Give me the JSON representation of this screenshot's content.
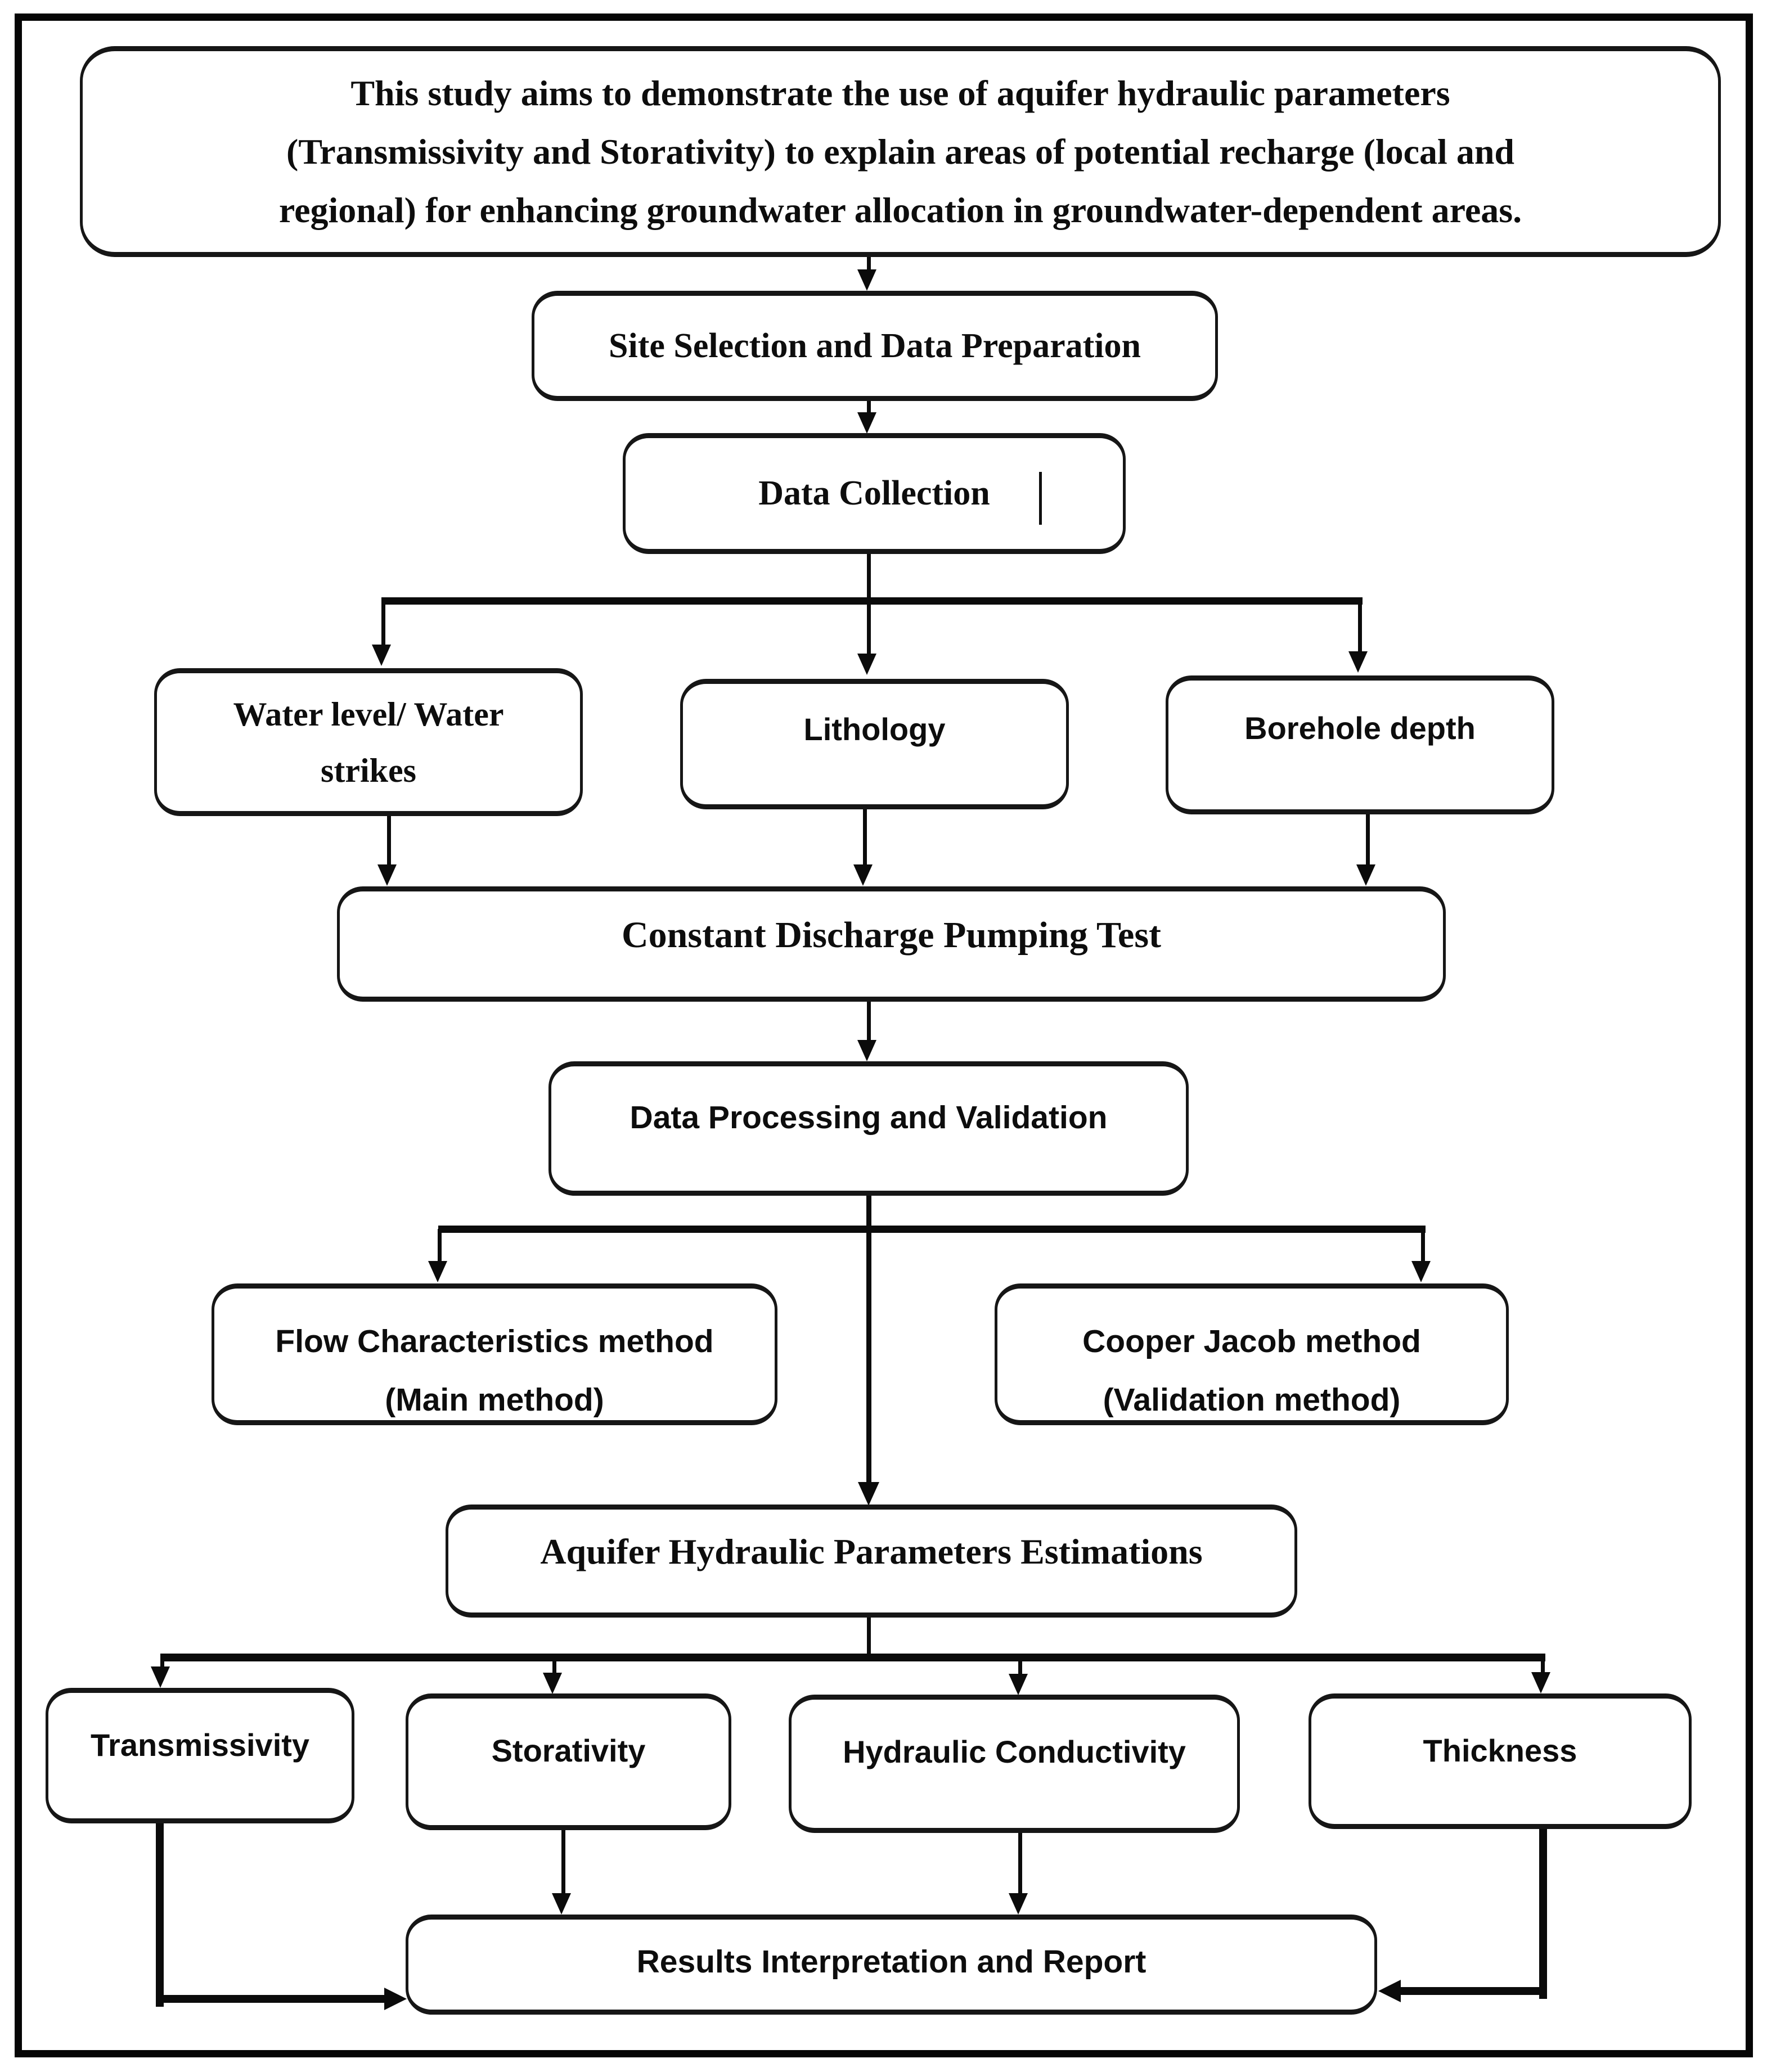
{
  "diagram": {
    "colors": {
      "ink": "#0b0b0b",
      "background": "#ffffff"
    },
    "aim_box": {
      "line1": "This study aims to demonstrate the use of aquifer hydraulic parameters",
      "line2": "(Transmissivity and Storativity) to explain areas of potential recharge (local and",
      "line3": "regional) for enhancing groundwater allocation in groundwater-dependent areas."
    },
    "site_selection": {
      "label": "Site Selection and Data Preparation"
    },
    "data_collection": {
      "label": "Data Collection"
    },
    "water_level": {
      "line1": "Water level/ Water",
      "line2": "strikes"
    },
    "lithology": {
      "label": "Lithology"
    },
    "borehole_depth": {
      "label": "Borehole depth"
    },
    "constant_discharge": {
      "label": "Constant Discharge Pumping Test"
    },
    "data_processing": {
      "label": "Data Processing and Validation"
    },
    "flow_characteristics": {
      "line1": "Flow Characteristics method",
      "line2": "(Main method)"
    },
    "cooper_jacob": {
      "line1": "Cooper Jacob method",
      "line2": "(Validation method)"
    },
    "aquifer_params": {
      "label": "Aquifer Hydraulic Parameters Estimations"
    },
    "transmissivity": {
      "label": "Transmissivity"
    },
    "storativity": {
      "label": "Storativity"
    },
    "hydraulic_conductivity": {
      "label": "Hydraulic Conductivity"
    },
    "thickness": {
      "label": "Thickness"
    },
    "results": {
      "label": "Results Interpretation and Report"
    }
  }
}
